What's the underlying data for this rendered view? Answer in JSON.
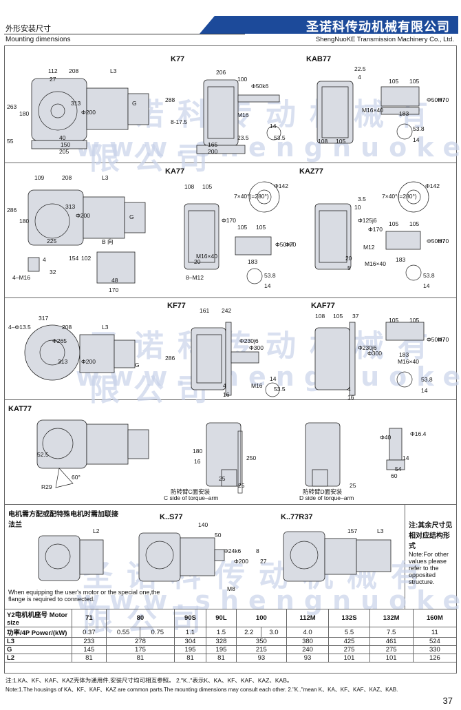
{
  "header": {
    "title_cn": "外形安装尺寸",
    "title_en": "Mounting dimensions",
    "company_cn": "圣诺科传动机械有限公司",
    "company_en": "ShengNuoKE Transmission Machinery Co., Ltd."
  },
  "watermark": {
    "cn": "圣诺科传动机械有限公司",
    "en": "www.shengnuoke.com"
  },
  "labels": {
    "k77": "K77",
    "kab77": "KAB77",
    "ka77": "KA77",
    "kaz77": "KAZ77",
    "kf77": "KF77",
    "kaf77": "KAF77",
    "kat77": "KAT77",
    "ks77": "K..S77",
    "k77r37": "K..77R37",
    "b_view": "B 向",
    "c_side_cn": "防转臂C面安装",
    "c_side_en": "C side of torque–arm",
    "d_side_cn": "防转臂D面安装",
    "d_side_en": "D side of torque–arm"
  },
  "dims": {
    "k77": [
      "112",
      "208",
      "L3",
      "27",
      "263",
      "180",
      "55",
      "313",
      "Φ200",
      "G",
      "40",
      "150",
      "205",
      "206",
      "100",
      "Φ50k6",
      "288",
      "8-17.5",
      "M16",
      "165",
      "23.5",
      "200",
      "14",
      "53.5"
    ],
    "kab77": [
      "22.5",
      "4",
      "105",
      "105",
      "183",
      "Φ50H7",
      "Φ70",
      "M16×40",
      "108",
      "105",
      "53.8",
      "14"
    ],
    "ka77": [
      "109",
      "208",
      "L3",
      "286",
      "180",
      "313",
      "Φ200",
      "G",
      "225",
      "154",
      "102",
      "48",
      "170",
      "4",
      "32",
      "4–M16",
      "108",
      "105",
      "Φ170",
      "M16×40",
      "20",
      "8–M12",
      "7×40°(=280°)",
      "Φ142",
      "105",
      "105",
      "Φ50H7",
      "Φ70",
      "183",
      "53.8",
      "14"
    ],
    "kaz77": [
      "7×40°(=280°)",
      "Φ142",
      "3.5",
      "10",
      "Φ125j6",
      "Φ170",
      "105",
      "105",
      "M12",
      "Φ50H7",
      "Φ70",
      "M16×40",
      "20",
      "5",
      "183",
      "53.8",
      "14"
    ],
    "kf77": [
      "317",
      "208",
      "L3",
      "4–Φ13.5",
      "Φ265",
      "313",
      "Φ200",
      "G",
      "161",
      "242",
      "286",
      "Φ230j6",
      "Φ300",
      "M16",
      "4",
      "16",
      "53.5",
      "14"
    ],
    "kaf77": [
      "108",
      "105",
      "37",
      "105",
      "105",
      "Φ230j6",
      "Φ300",
      "Φ50H7",
      "Φ70",
      "M16×40",
      "183",
      "53.8",
      "14",
      "4",
      "16"
    ],
    "kat77": [
      "52.5",
      "R29",
      "60°",
      "180",
      "16",
      "25",
      "250",
      "25",
      "25",
      "Φ40",
      "Φ16.4",
      "54",
      "60",
      "14"
    ],
    "ks77": [
      "L2",
      "140",
      "50",
      "Φ24k6",
      "Φ200",
      "M8",
      "8",
      "27"
    ],
    "k77r37": [
      "157",
      "L3"
    ]
  },
  "notes": {
    "motor_flange_cn": "电机需方配或配特殊电机时需加联接法兰",
    "motor_flange_en": "When equipping the user's motor or the special one,the flange is required to connected.",
    "other_dims_cn": "注:其余尺寸见相对应结构形式",
    "other_dims_en": "Note:For other values please refer to the opposited structure.",
    "footer_cn": "注:1.KA、KF、KAF、KAZ壳体为通用件,安装尺寸均可相互参照。 2.\"K..\"表示K、KA、KF、KAF、KAZ、KAB。",
    "footer_en": "Note:1.The housings of KA、KF、KAF、KAZ are common parts.The mounting dimensions may consult each other. 2.\"K..\"mean K、KA、KF、KAF、KAZ、KAB."
  },
  "table": {
    "row_header_1": "Y2电机机座号 Motor size",
    "row_header_2": "功率/4P Power/(kW)",
    "motor_sizes": [
      "71",
      "80",
      "90S",
      "90L",
      "100",
      "112M",
      "132S",
      "132M",
      "160M"
    ],
    "power": [
      "0.37",
      "0.55",
      "0.75",
      "1.1",
      "1.5",
      "2.2",
      "3.0",
      "4.0",
      "5.5",
      "7.5",
      "11"
    ],
    "rows": [
      {
        "name": "L3",
        "values": [
          "233",
          "278",
          "304",
          "328",
          "350",
          "380",
          "425",
          "461",
          "524"
        ]
      },
      {
        "name": "G",
        "values": [
          "145",
          "175",
          "195",
          "195",
          "215",
          "240",
          "275",
          "275",
          "330"
        ]
      },
      {
        "name": "L2",
        "values": [
          "81",
          "81",
          "81",
          "81",
          "93",
          "93",
          "101",
          "101",
          "126"
        ]
      }
    ]
  },
  "page_number": "37"
}
